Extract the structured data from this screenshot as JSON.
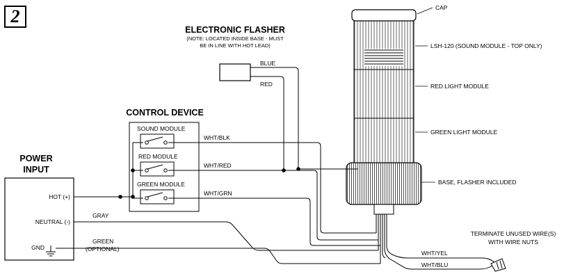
{
  "step_number": "2",
  "electronic_flasher": {
    "title": "ELECTRONIC FLASHER",
    "note_line1": "(NOTE:  LOCATED INSIDE BASE - MUST",
    "note_line2": "BE IN LINE WITH HOT LEAD)",
    "lead_blue": "BLUE",
    "lead_red": "RED"
  },
  "control_device": {
    "title": "CONTROL DEVICE",
    "modules": [
      "SOUND MODULE",
      "RED MODULE",
      "GREEN MODULE"
    ],
    "wires": [
      "WHT/BLK",
      "WHT/RED",
      "WHT/GRN"
    ]
  },
  "power_input": {
    "title_line1": "POWER",
    "title_line2": "INPUT",
    "terminals": [
      "HOT (+)",
      "NEUTRAL (-)",
      "GND"
    ],
    "neutral_wire": "GRAY",
    "ground_wire": "GREEN",
    "ground_wire_note": "(OPTIONAL)"
  },
  "tower_callouts": [
    "CAP",
    "LSH-120 (SOUND MODULE - TOP ONLY)",
    "RED LIGHT MODULE",
    "GREEN LIGHT MODULE",
    "BASE, FLASHER INCLUDED"
  ],
  "unused_wires": {
    "note_line1": "TERMINATE UNUSED WIRE(S)",
    "note_line2": "WITH WIRE NUTS",
    "wire_yel": "WHT/YEL",
    "wire_blu": "WHT/BLU"
  }
}
